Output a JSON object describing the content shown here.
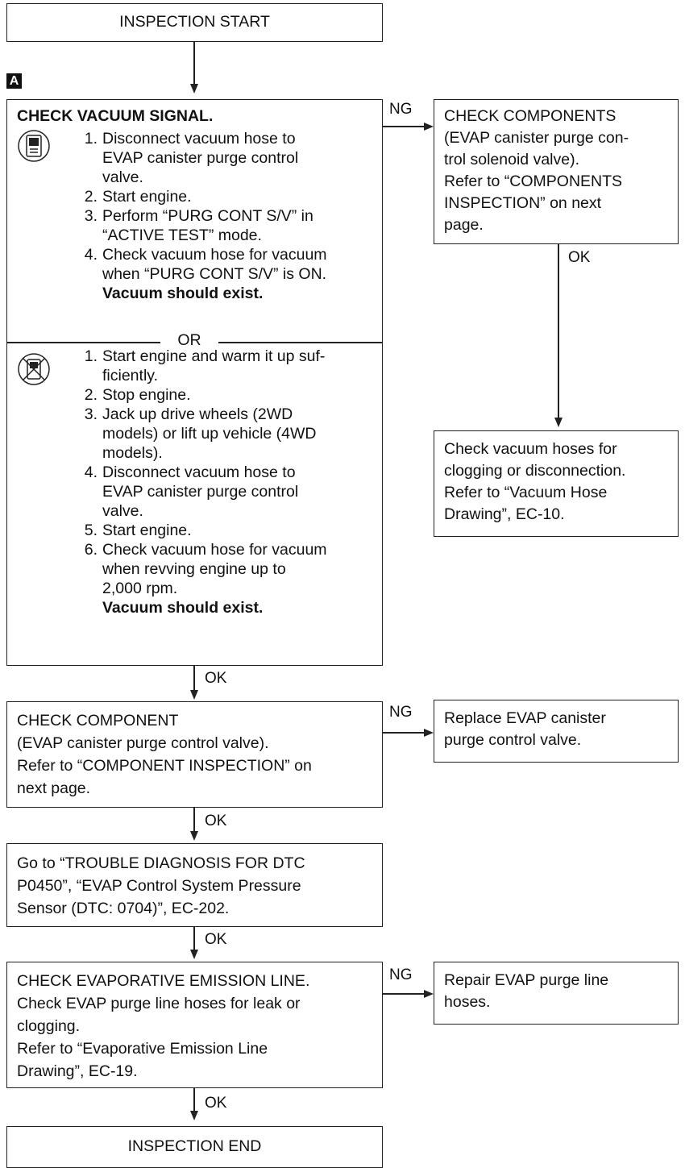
{
  "start_label": "INSPECTION START",
  "end_label": "INSPECTION END",
  "marker_a": "A",
  "vacuum": {
    "title": "CHECK VACUUM SIGNAL.",
    "or_label": "OR",
    "consult_steps": [
      {
        "num": "1.",
        "lines": [
          "Disconnect vacuum hose to",
          "EVAP canister purge control",
          "valve."
        ]
      },
      {
        "num": "2.",
        "lines": [
          "Start engine."
        ]
      },
      {
        "num": "3.",
        "lines": [
          "Perform “PURG CONT S/V” in",
          "“ACTIVE TEST” mode."
        ]
      },
      {
        "num": "4.",
        "lines": [
          "Check vacuum hose for vacuum",
          "when “PURG CONT S/V” is ON."
        ]
      }
    ],
    "consult_result": "Vacuum should exist.",
    "no_tool_steps": [
      {
        "num": "1.",
        "lines": [
          "Start engine and warm it up suf-",
          "ficiently."
        ]
      },
      {
        "num": "2.",
        "lines": [
          "Stop engine."
        ]
      },
      {
        "num": "3.",
        "lines": [
          "Jack up drive wheels (2WD",
          "models) or lift up vehicle (4WD",
          "models)."
        ]
      },
      {
        "num": "4.",
        "lines": [
          "Disconnect vacuum hose to",
          "EVAP canister purge control",
          "valve."
        ]
      },
      {
        "num": "5.",
        "lines": [
          "Start engine."
        ]
      },
      {
        "num": "6.",
        "lines": [
          "Check vacuum hose for vacuum",
          "when revving engine up to",
          "2,000 rpm."
        ]
      }
    ],
    "no_tool_result": "Vacuum should exist."
  },
  "check_components_box": [
    "CHECK COMPONENTS",
    "(EVAP canister purge con-",
    "trol solenoid valve).",
    "Refer to “COMPONENTS",
    "INSPECTION” on next",
    "page."
  ],
  "check_hoses_box": [
    "Check vacuum hoses for",
    "clogging or disconnection.",
    "Refer to “Vacuum Hose",
    "Drawing”, EC-10."
  ],
  "check_component_box": [
    "CHECK COMPONENT",
    "(EVAP canister purge control valve).",
    "Refer to “COMPONENT INSPECTION” on",
    "next page."
  ],
  "replace_box": [
    "Replace EVAP canister",
    "purge control valve."
  ],
  "goto_box": [
    "Go to “TROUBLE DIAGNOSIS FOR DTC",
    "P0450”, “EVAP Control System Pressure",
    "Sensor (DTC: 0704)”, EC-202."
  ],
  "evap_line_box": [
    "CHECK EVAPORATIVE EMISSION LINE.",
    "Check EVAP purge line hoses for leak or",
    "clogging.",
    "Refer to “Evaporative Emission Line",
    "Drawing”, EC-19."
  ],
  "repair_box": [
    "Repair EVAP purge line",
    "hoses."
  ],
  "labels": {
    "ok": "OK",
    "ng": "NG"
  }
}
